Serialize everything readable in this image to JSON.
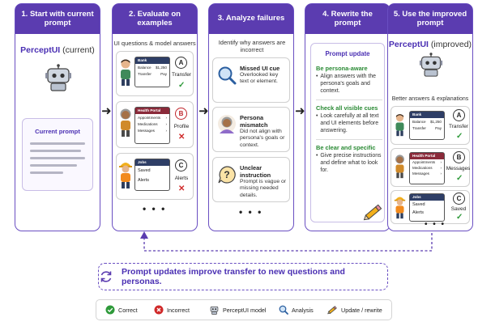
{
  "steps": [
    {
      "title": "1. Start with current prompt"
    },
    {
      "title": "2. Evaluate on examples"
    },
    {
      "title": "3. Analyze failures"
    },
    {
      "title": "4. Rewrite the prompt"
    },
    {
      "title": "5. Use the improved prompt"
    }
  ],
  "step1": {
    "brand": "PerceptUI",
    "suffix": "(current)",
    "prompt_label": "Current prompt"
  },
  "step2": {
    "subtitle": "UI questions & model answers",
    "examples": [
      {
        "app": "Bank",
        "rows": [
          [
            "Balance",
            "$1,250"
          ],
          [
            "Transfer",
            "Pay"
          ]
        ],
        "choice": "A",
        "answer": "Transfer",
        "result": "correct"
      },
      {
        "app": "Health Portal",
        "rows": [
          [
            "Appointments",
            "›"
          ],
          [
            "Medications",
            "›"
          ],
          [
            "Messages",
            "›"
          ]
        ],
        "choice": "B",
        "answer": "Profile",
        "result": "incorrect"
      },
      {
        "app": "Jobs",
        "rows": [
          [
            "Saved",
            ""
          ],
          [
            "Alerts",
            ""
          ]
        ],
        "choice": "C",
        "answer": "Alerts",
        "result": "incorrect"
      }
    ],
    "more": "• • •"
  },
  "step3": {
    "subtitle": "Identify why answers are incorrect",
    "failures": [
      {
        "title": "Missed UI cue",
        "text": "Overlooked key text or element."
      },
      {
        "title": "Persona mismatch",
        "text": "Did not align with persona's goals or context."
      },
      {
        "title": "Unclear instruction",
        "text": "Prompt is vague or missing needed details."
      }
    ],
    "more": "• • •"
  },
  "step4": {
    "heading": "Prompt update",
    "rules": [
      {
        "title": "Be persona-aware",
        "text": "Align answers with the persona's goals and context."
      },
      {
        "title": "Check all visible cues",
        "text": "Look carefully at all text and UI elements before answering."
      },
      {
        "title": "Be clear and specific",
        "text": "Give precise instructions and define what to look for."
      }
    ]
  },
  "step5": {
    "brand": "PerceptUI",
    "suffix": "(improved)",
    "subtitle": "Better answers & explanations",
    "examples": [
      {
        "app": "Bank",
        "rows": [
          [
            "Balance",
            "$1,250"
          ],
          [
            "Transfer",
            "Pay"
          ]
        ],
        "choice": "A",
        "answer": "Transfer"
      },
      {
        "app": "Health Portal",
        "rows": [
          [
            "Appointments",
            "›"
          ],
          [
            "Medications",
            "›"
          ],
          [
            "Messages",
            "›"
          ]
        ],
        "choice": "B",
        "answer": "Messages"
      },
      {
        "app": "Jobs",
        "rows": [
          [
            "Saved",
            ""
          ],
          [
            "Alerts",
            ""
          ]
        ],
        "choice": "C",
        "answer": "Saved"
      }
    ],
    "more": "• • •"
  },
  "banner": "Prompt updates improve transfer to new questions and personas.",
  "legend": {
    "correct": "Correct",
    "incorrect": "Incorrect",
    "model": "PerceptUI model",
    "analysis": "Analysis",
    "update": "Update / rewrite"
  },
  "colors": {
    "accent": "#5b3cb0",
    "correct": "#2e9a3a",
    "incorrect": "#d02a2a",
    "rule_heading": "#2a8a34"
  }
}
